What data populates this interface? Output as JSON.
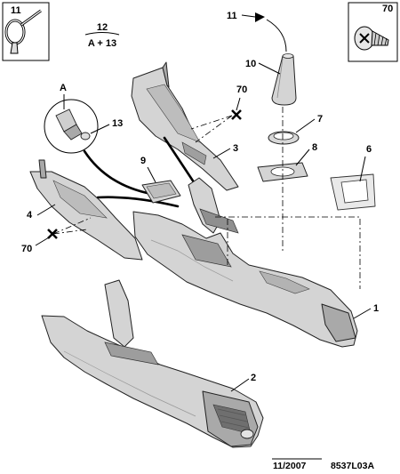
{
  "callouts": {
    "c1": "1",
    "c2": "2",
    "c3": "3",
    "c4": "4",
    "c6": "6",
    "c7": "7",
    "c8": "8",
    "c9": "9",
    "c10": "10",
    "c11_box": "11",
    "c11_arrow": "11",
    "c13": "13",
    "c70_box": "70",
    "c70_upper": "70",
    "c70_lower": "70",
    "cA": "A"
  },
  "kit": {
    "top": "12",
    "bottom": "A + 13"
  },
  "footer": {
    "date": "11/2007",
    "ref": "8537L03A"
  },
  "colors": {
    "part_fill": "#d4d4d4",
    "part_shadow": "#a9a9a9",
    "outline": "#222222"
  }
}
